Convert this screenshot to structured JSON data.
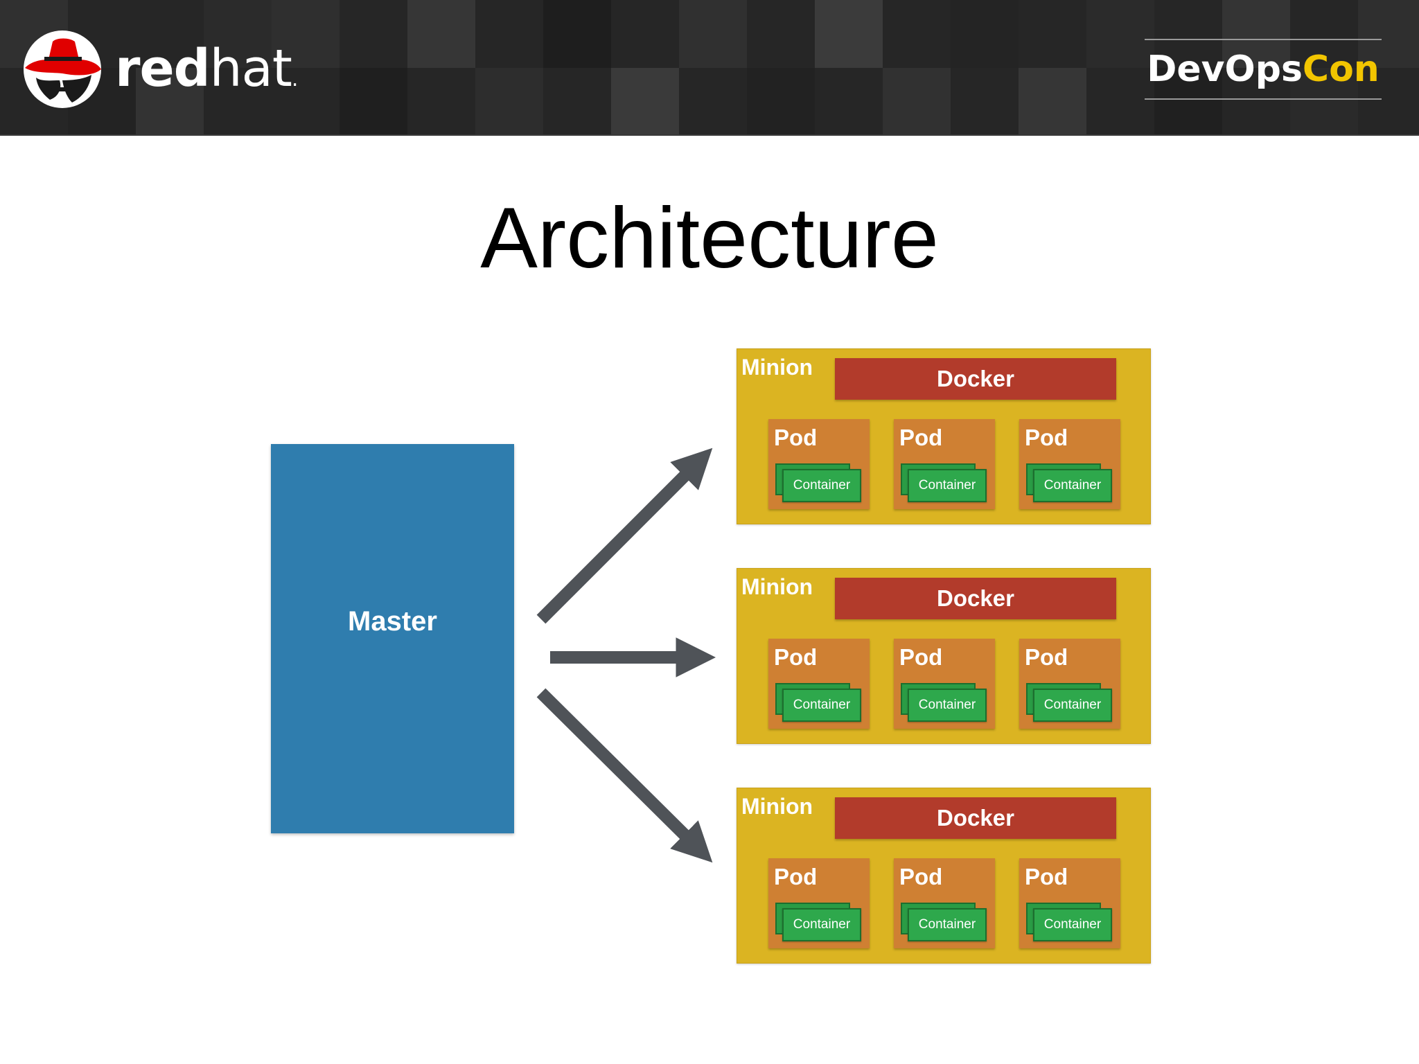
{
  "header": {
    "brand_left": {
      "name_bold": "red",
      "name_light": "hat",
      "dot": "."
    },
    "brand_right": {
      "part1": "DevOps",
      "part2": "Con"
    },
    "colors": {
      "band": "#2a2a2a",
      "con_accent": "#f2c500",
      "redhat_red": "#e00000"
    },
    "icons": [
      "redhat-shadowman-icon"
    ]
  },
  "slide": {
    "title": "Architecture"
  },
  "diagram": {
    "master": {
      "label": "Master",
      "color": "#2f7dae"
    },
    "arrow_color": "#4f5358",
    "minions": [
      {
        "label": "Minion",
        "runtime": "Docker",
        "pods": [
          {
            "label": "Pod",
            "container": "Container"
          },
          {
            "label": "Pod",
            "container": "Container"
          },
          {
            "label": "Pod",
            "container": "Container"
          }
        ]
      },
      {
        "label": "Minion",
        "runtime": "Docker",
        "pods": [
          {
            "label": "Pod",
            "container": "Container"
          },
          {
            "label": "Pod",
            "container": "Container"
          },
          {
            "label": "Pod",
            "container": "Container"
          }
        ]
      },
      {
        "label": "Minion",
        "runtime": "Docker",
        "pods": [
          {
            "label": "Pod",
            "container": "Container"
          },
          {
            "label": "Pod",
            "container": "Container"
          },
          {
            "label": "Pod",
            "container": "Container"
          }
        ]
      }
    ],
    "colors": {
      "minion": "#dbb422",
      "docker": "#b23b2b",
      "pod": "#cf8033",
      "container": "#2ea84c"
    }
  }
}
